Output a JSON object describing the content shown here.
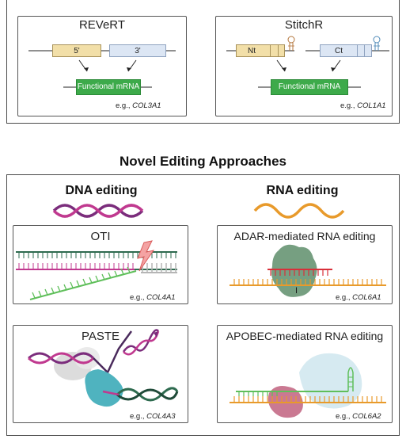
{
  "trans_splicing": {
    "revert": {
      "title": "REVeRT",
      "exon5_label": "5'",
      "exon3_label": "3'",
      "mrna_label": "Functional mRNA",
      "eg_prefix": "e.g., ",
      "eg_gene": "COL3A1"
    },
    "stitchr": {
      "title": "StitchR",
      "nt_label": "Nt",
      "ct_label": "Ct",
      "mrna_label": "Functional mRNA",
      "eg_prefix": "e.g., ",
      "eg_gene": "COL1A1"
    }
  },
  "novel": {
    "heading": "Novel Editing Approaches",
    "dna_heading": "DNA editing",
    "rna_heading": "RNA editing",
    "oti": {
      "title": "OTI",
      "eg_prefix": "e.g., ",
      "eg_gene": "COL4A1"
    },
    "paste": {
      "title": "PASTE",
      "eg_prefix": "e.g., ",
      "eg_gene": "COL4A3"
    },
    "adar": {
      "title": "ADAR-mediated RNA editing",
      "inosine_label": "I",
      "eg_prefix": "e.g., ",
      "eg_gene": "COL6A1"
    },
    "apobec": {
      "title": "APOBEC-mediated RNA editing",
      "eg_prefix": "e.g., ",
      "eg_gene": "COL6A2"
    }
  },
  "colors": {
    "exon5": "#f2dfa8",
    "exon3": "#dce6f4",
    "mrna": "#3daa4a",
    "dna_purple": "#7b2d7c",
    "dna_magenta": "#c0398f",
    "dna_green": "#2e6b4f",
    "rna_orange": "#e89a2b",
    "guide_green": "#5fbf5a",
    "red_strand": "#d8303a",
    "enzyme_teal": "#4fb3bf",
    "adar_green": "#6f9a7a",
    "apobec_pink": "#c46a86"
  }
}
